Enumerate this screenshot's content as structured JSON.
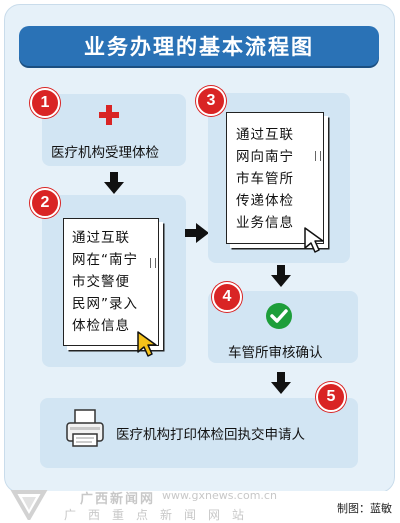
{
  "title": "业务办理的基本流程图",
  "steps": [
    {
      "number": "1",
      "label": "医疗机构受理体检"
    },
    {
      "number": "2",
      "label": "通过互联\n网在“南宁\n市交警便\n民网”录入\n体检信息"
    },
    {
      "number": "3",
      "label": "通过互联\n网向南宁\n市车管所\n传递体检\n业务信息"
    },
    {
      "number": "4",
      "label": "车管所审核确认"
    },
    {
      "number": "5",
      "label": "医疗机构打印体检回执交申请人"
    }
  ],
  "icons": {
    "step1": "red-cross-icon",
    "step2": "cursor-icon",
    "step3": "cursor-icon",
    "step4": "green-checkmark-icon",
    "step5": "printer-icon"
  },
  "colors": {
    "title_bar": "#2a72b6",
    "badge": "#d92424",
    "panel": "#d2e5f3",
    "check": "#1e9e3a",
    "cross": "#d92424"
  },
  "watermark": {
    "brand": "广西新闻网",
    "url": "www.gxnews.com.cn",
    "tagline": "广西重点新闻网站"
  },
  "credit": "制图：蓝敏"
}
